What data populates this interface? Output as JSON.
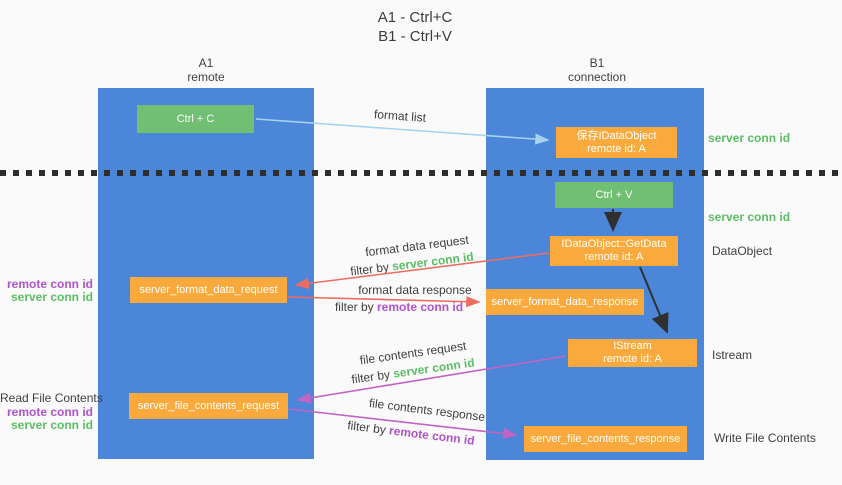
{
  "title": {
    "line1": "A1 - Ctrl+C",
    "line2": "B1 - Ctrl+V"
  },
  "lanes": {
    "a1": {
      "name": "A1",
      "subtitle": "remote"
    },
    "b1": {
      "name": "B1",
      "subtitle": "connection"
    }
  },
  "nodes": {
    "ctrl_c": {
      "label": "Ctrl + C"
    },
    "save_dataobject": {
      "line1": "保存IDataObject",
      "line2": "remote id: A"
    },
    "ctrl_v": {
      "label": "Ctrl + V"
    },
    "getdata": {
      "line1": "IDataObject::GetData",
      "line2": "remote id: A"
    },
    "format_request": {
      "label": "server_format_data_request"
    },
    "format_response": {
      "label": "server_format_data_response"
    },
    "istream": {
      "line1": "IStream",
      "line2": "remote id: A"
    },
    "file_request": {
      "label": "server_file_contents_request"
    },
    "file_response": {
      "label": "server_file_contents_response"
    }
  },
  "edge_labels": {
    "format_list": "format list",
    "format_data_request": "format data request",
    "format_data_response": "format data response",
    "file_contents_request": "file contents request",
    "file_contents_response": "file contents response",
    "filter_by": "filter by",
    "server_conn_id": "server conn id",
    "remote_conn_id": "remote conn id"
  },
  "annotations": {
    "right_server_conn_top": "server conn id",
    "right_server_conn_mid": "server conn id",
    "dataobject": "DataObject",
    "istream": "Istream",
    "write_file_contents": "Write File Contents",
    "left_remote_conn_top": "remote conn id",
    "left_server_conn_top": "server conn id",
    "read_file_contents": "Read File Contents",
    "left_remote_conn_bottom": "remote conn id",
    "left_server_conn_bottom": "server conn id"
  },
  "colors": {
    "background": "#fafafa",
    "lane_blue": "#4b86d8",
    "box_green": "#70bf73",
    "box_orange": "#faaa3c",
    "arrow_light_blue": "#a6d3ef",
    "arrow_black": "#303030",
    "arrow_red": "#ee6b5f",
    "arrow_magenta": "#c263c6",
    "text_green": "#5cbd66",
    "text_purple": "#b052cb",
    "text_dark": "#3f3f3f"
  }
}
